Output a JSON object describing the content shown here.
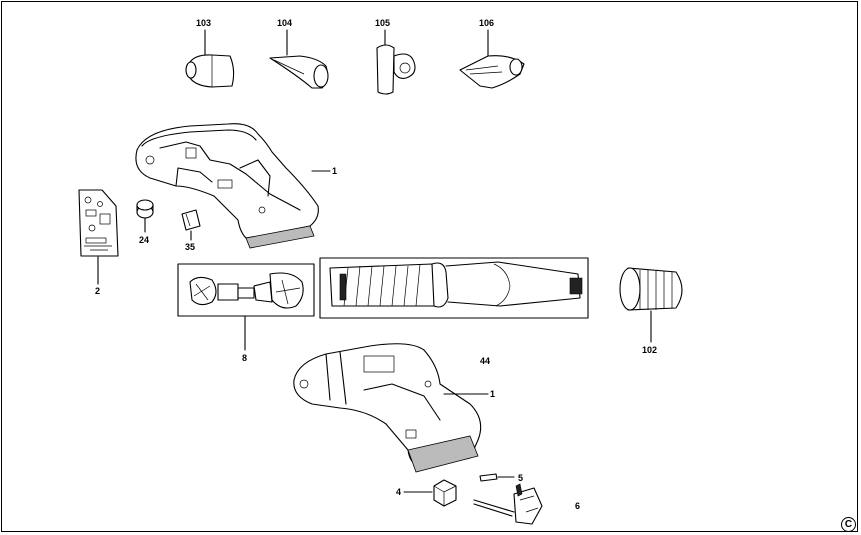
{
  "diagram": {
    "parts": [
      {
        "id": "103",
        "label": "103"
      },
      {
        "id": "104",
        "label": "104"
      },
      {
        "id": "105",
        "label": "105"
      },
      {
        "id": "106",
        "label": "106"
      },
      {
        "id": "1a",
        "label": "1"
      },
      {
        "id": "2",
        "label": "2"
      },
      {
        "id": "24",
        "label": "24"
      },
      {
        "id": "35",
        "label": "35"
      },
      {
        "id": "8",
        "label": "8"
      },
      {
        "id": "102",
        "label": "102"
      },
      {
        "id": "44",
        "label": "44"
      },
      {
        "id": "1b",
        "label": "1"
      },
      {
        "id": "5",
        "label": "5"
      },
      {
        "id": "4",
        "label": "4"
      },
      {
        "id": "6",
        "label": "6"
      }
    ],
    "copyright_symbol": "C"
  }
}
